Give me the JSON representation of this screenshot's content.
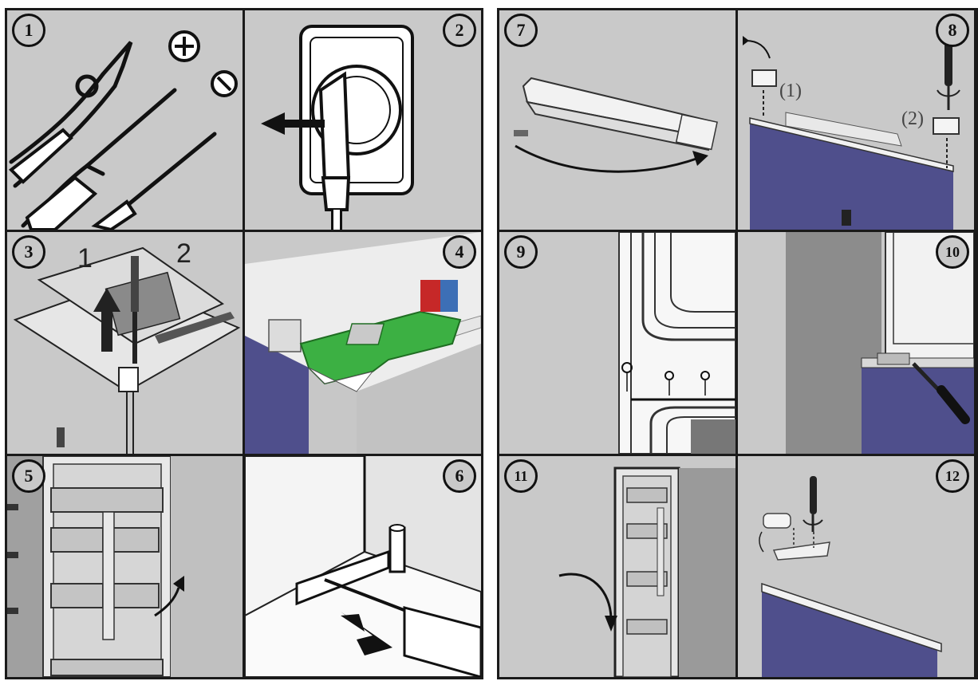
{
  "steps": {
    "s1": "1",
    "s2": "2",
    "s3": "3",
    "s4": "4",
    "s5": "5",
    "s6": "6",
    "s7": "7",
    "s8": "8",
    "s9": "9",
    "s10": "10",
    "s11": "11",
    "s12": "12"
  },
  "panel3": {
    "label1": "1",
    "label2": "2"
  },
  "panel8": {
    "label1": "(1)",
    "label2": "(2)"
  },
  "colors": {
    "panel_bg": "#c9c9c9",
    "door_blue": "#4f4f8c",
    "bracket_green": "#3cb043",
    "border": "#1a1a1a"
  }
}
